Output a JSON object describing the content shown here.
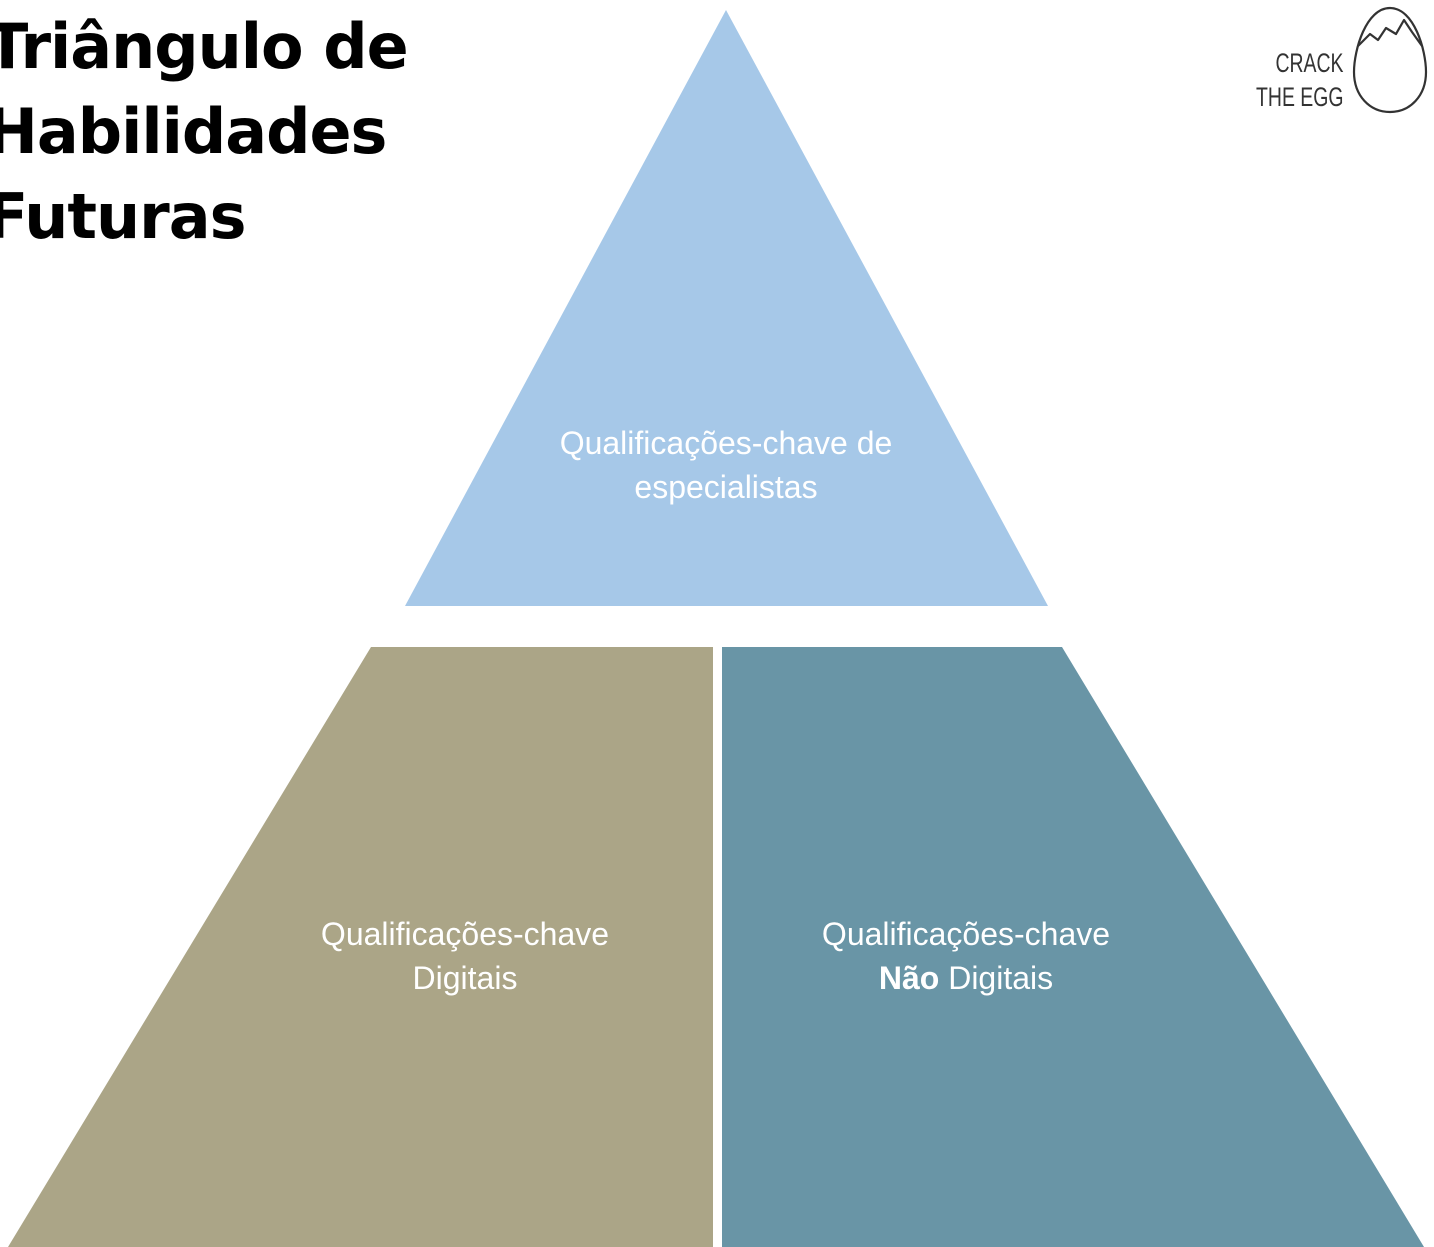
{
  "title": {
    "line1": "Triângulo de",
    "line2": "Habilidades",
    "line3": "Futuras"
  },
  "logo": {
    "line1": "CRACK",
    "line2": "THE EGG",
    "icon": "cracked-egg-icon"
  },
  "pyramid": {
    "top": {
      "line1": "Qualificações-chave de",
      "line2": "especialistas",
      "color": "#a6c8e8"
    },
    "bottom_left": {
      "line1": "Qualificações-chave",
      "line2": "Digitais",
      "color": "#aba587"
    },
    "bottom_right": {
      "line1": "Qualificações-chave",
      "line2_bold": "Não",
      "line2_rest": " Digitais",
      "color": "#6995a6"
    }
  }
}
